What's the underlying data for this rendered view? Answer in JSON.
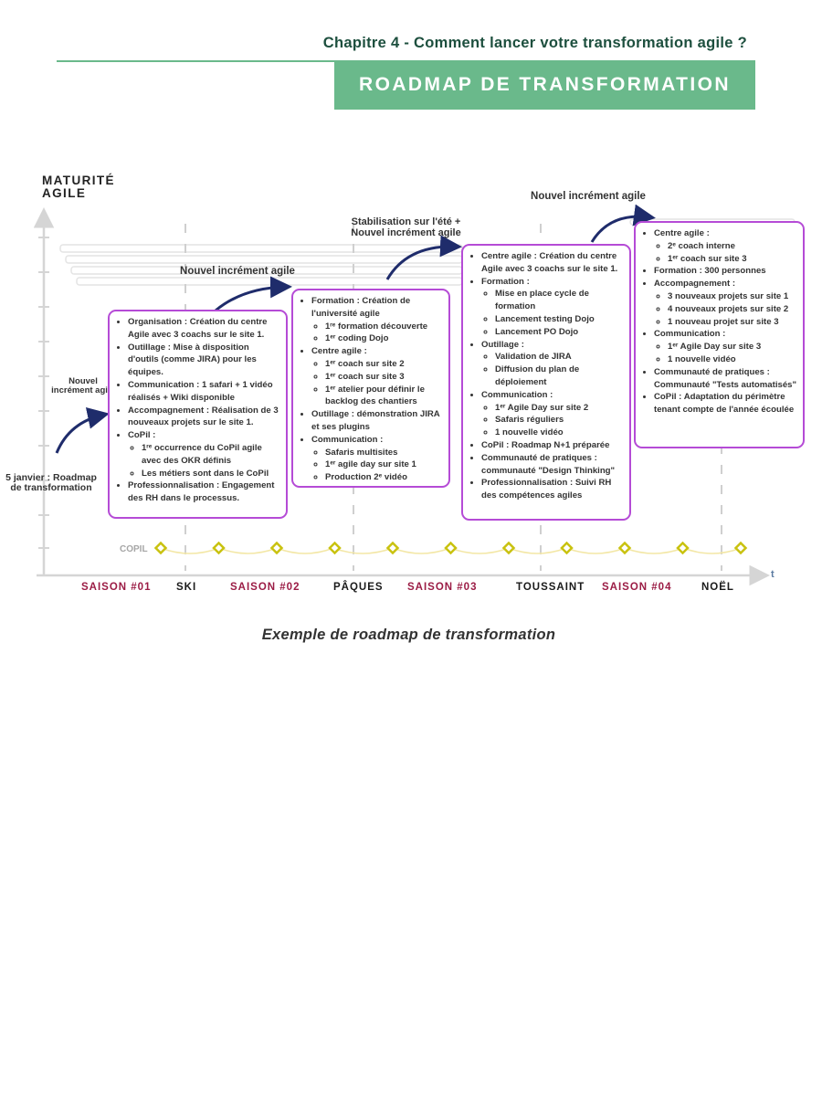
{
  "header": {
    "chapter": "Chapitre 4 - Comment lancer votre transformation agile ?",
    "banner": "ROADMAP DE TRANSFORMATION"
  },
  "colors": {
    "accent_green": "#6ab98b",
    "box_border": "#b54bd6",
    "season": "#9b1c45",
    "arrow": "#1f2c6b",
    "copil_diamond": "#c9c20f"
  },
  "figure": {
    "y_axis_label": "MATURITÉ AGILE",
    "x_axis_label": "t",
    "start_label": "5 janvier : Roadmap de transformation",
    "increment_labels": [
      "Nouvel incrément agile",
      "Nouvel incrément agile",
      "Stabilisation sur l'été + Nouvel incrément agile",
      "Nouvel incrément agile"
    ],
    "copil_label": "COPIL",
    "copil_count": 11,
    "timeline": [
      {
        "label": "SAISON #01",
        "kind": "season"
      },
      {
        "label": "SKI",
        "kind": "period"
      },
      {
        "label": "SAISON #02",
        "kind": "season"
      },
      {
        "label": "PÂQUES",
        "kind": "period"
      },
      {
        "label": "SAISON #03",
        "kind": "season"
      },
      {
        "label": "TOUSSAINT",
        "kind": "period"
      },
      {
        "label": "SAISON #04",
        "kind": "season"
      },
      {
        "label": "NOËL",
        "kind": "period"
      }
    ],
    "boxes": [
      {
        "items": [
          {
            "text": "Organisation : Création du centre Agile avec 3 coachs sur le site 1."
          },
          {
            "text": "Outillage : Mise à disposition d'outils (comme JIRA) pour les équipes."
          },
          {
            "text": "Communication : 1 safari + 1 vidéo réalisés + Wiki disponible"
          },
          {
            "text": "Accompagnement : Réalisation de 3 nouveaux projets sur le site 1."
          },
          {
            "text": "CoPil :",
            "sub": [
              "1ʳᵉ occurrence du CoPil agile avec des OKR définis",
              "Les métiers sont dans le CoPil"
            ]
          },
          {
            "text": "Professionnalisation : Engagement des RH dans le processus."
          }
        ]
      },
      {
        "items": [
          {
            "text": "Formation : Création de l'université agile",
            "sub": [
              "1ʳᵉ formation découverte",
              "1ᵉʳ coding Dojo"
            ]
          },
          {
            "text": "Centre agile :",
            "sub": [
              "1ᵉʳ coach sur site 2",
              "1ᵉʳ coach sur site 3",
              "1ᵉʳ atelier pour définir le backlog des chantiers"
            ]
          },
          {
            "text": "Outillage : démonstration JIRA et ses plugins"
          },
          {
            "text": "Communication :",
            "sub": [
              "Safaris multisites",
              "1ᵉʳ agile day sur site 1",
              "Production 2ᵉ vidéo"
            ]
          }
        ]
      },
      {
        "items": [
          {
            "text": "Centre agile : Création du centre Agile avec 3 coachs sur le site 1."
          },
          {
            "text": "Formation :",
            "sub": [
              "Mise en place cycle de formation",
              "Lancement testing Dojo",
              "Lancement PO Dojo"
            ]
          },
          {
            "text": "Outillage :",
            "sub": [
              "Validation de JIRA",
              "Diffusion du plan de déploiement"
            ]
          },
          {
            "text": "Communication :",
            "sub": [
              "1ᵉʳ Agile Day sur site 2",
              "Safaris réguliers",
              "1 nouvelle vidéo"
            ]
          },
          {
            "text": "CoPil : Roadmap N+1 préparée"
          },
          {
            "text": "Communauté de pratiques : communauté \"Design Thinking\""
          },
          {
            "text": "Professionnalisation : Suivi RH des compétences agiles"
          }
        ]
      },
      {
        "items": [
          {
            "text": "Centre agile :",
            "sub": [
              "2ᵉ coach interne",
              "1ᵉʳ coach sur site 3"
            ]
          },
          {
            "text": "Formation : 300 personnes"
          },
          {
            "text": "Accompagnement :",
            "sub": [
              "3 nouveaux projets sur site 1",
              "4 nouveaux projets sur site 2",
              "1 nouveau projet sur site 3"
            ]
          },
          {
            "text": "Communication :",
            "sub": [
              "1ᵉʳ Agile Day sur site 3",
              "1 nouvelle vidéo"
            ]
          },
          {
            "text": "Communauté de pratiques : Communauté \"Tests automatisés\""
          },
          {
            "text": "CoPil : Adaptation du périmètre tenant compte de l'année écoulée"
          }
        ]
      }
    ]
  },
  "caption": "Exemple de roadmap de transformation"
}
